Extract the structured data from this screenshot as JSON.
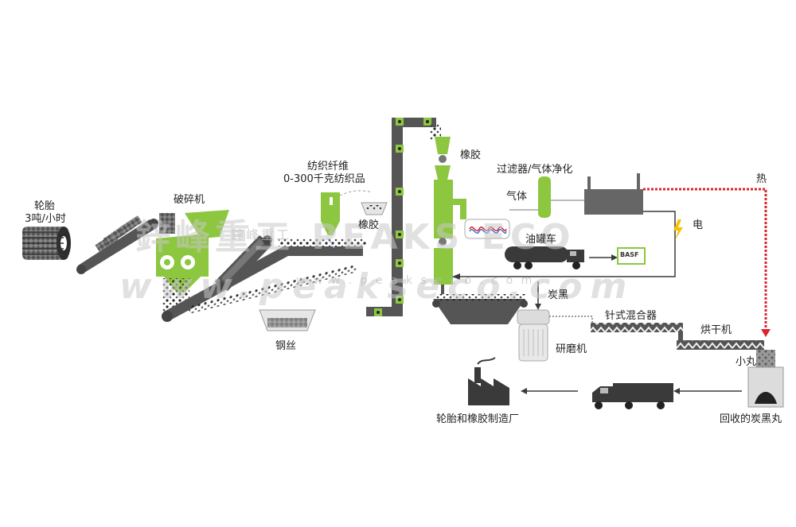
{
  "labels": {
    "tire": "轮胎",
    "tire_rate": "3吨/小时",
    "crusher": "破碎机",
    "fiber": "纺织纤维",
    "fiber_amount": "0-300千克纺织品",
    "rubber_small": "橡胶",
    "steel": "钢丝",
    "rubber_top": "橡胶",
    "filter": "过滤器/气体净化",
    "gas": "气体",
    "heat": "热",
    "electric": "电",
    "tanker": "油罐车",
    "basf": "BASF",
    "carbon_black": "炭黑",
    "pin_mixer": "针式混合器",
    "dryer": "烘干机",
    "grinder": "研磨机",
    "pellet": "小丸",
    "recovered": "回收的炭黑丸",
    "factory": "轮胎和橡胶制造厂"
  },
  "watermark": {
    "brand_cn": "鋅峰重工 PEAKS ECO",
    "url": "www.peakseco.com",
    "small_cn": "鋅峰重工",
    "small_url": "w w w . p e a k s e c o . c o m"
  },
  "colors": {
    "green": "#8dc63f",
    "gray": "#555555",
    "red": "#d9262c",
    "dark": "#3a3a3a"
  }
}
